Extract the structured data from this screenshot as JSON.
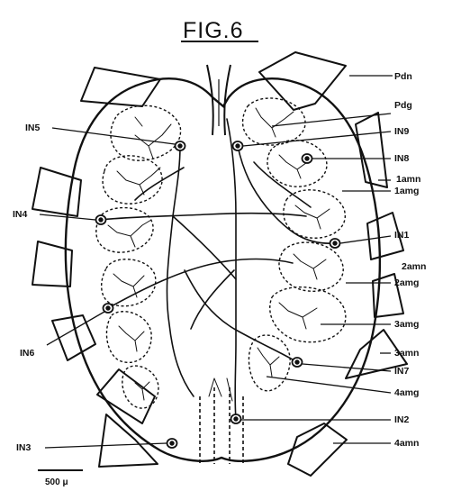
{
  "figure": {
    "title": "FIG.6",
    "scale_bar": "500 μ"
  },
  "labels": {
    "pdn": "Pdn",
    "pdg": "Pdg",
    "in9": "IN9",
    "in8": "IN8",
    "amn1": "1amn",
    "amg1": "1amg",
    "in1": "IN1",
    "amn2": "2amn",
    "amg2": "2amg",
    "amg3": "3amg",
    "amn3": "3amn",
    "in7": "IN7",
    "amg4": "4amg",
    "in2": "IN2",
    "amn4": "4amn",
    "in5": "IN5",
    "in4": "IN4",
    "in6": "IN6",
    "in3": "IN3"
  },
  "colors": {
    "ink": "#111111",
    "background": "#ffffff"
  }
}
